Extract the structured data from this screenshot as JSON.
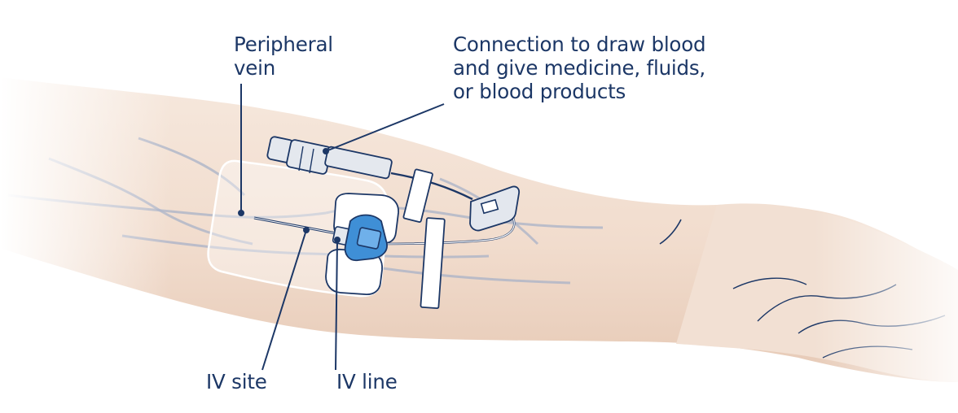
{
  "labels": {
    "peripheral_vein": [
      "Peripheral",
      "vein"
    ],
    "connection": [
      "Connection to draw blood",
      "and give medicine, fluids,",
      "or blood products"
    ],
    "iv_site": "IV site",
    "iv_line": "IV line"
  },
  "colors": {
    "skin": "#f3e2d6",
    "skin_shadow": "#e8cdbb",
    "vein": "#a9b3c8",
    "ink": "#1c3766",
    "dressing": "#ffffff",
    "device_blue": "#3f8fd6",
    "device_gray": "#dfe3ea"
  }
}
